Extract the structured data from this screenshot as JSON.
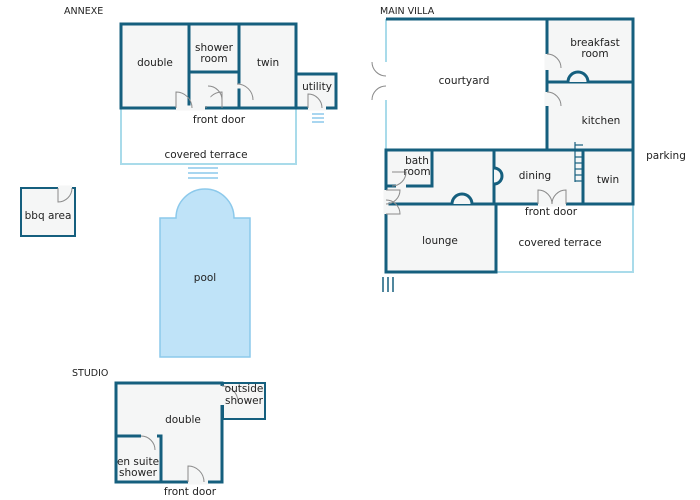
{
  "sections": {
    "annexe": "ANNEXE",
    "main_villa": "MAIN VILLA",
    "studio": "STUDIO"
  },
  "annexe": {
    "double": "double",
    "shower_room_1": "shower",
    "shower_room_2": "room",
    "twin": "twin",
    "utility": "utility",
    "front_door": "front door",
    "covered_terrace": "covered terrace"
  },
  "grounds": {
    "bbq_area": "bbq area",
    "pool": "pool",
    "parking": "parking"
  },
  "main_villa": {
    "courtyard": "courtyard",
    "breakfast_room_1": "breakfast",
    "breakfast_room_2": "room",
    "kitchen": "kitchen",
    "bath_room_1": "bath",
    "bath_room_2": "room",
    "dining": "dining",
    "twin": "twin",
    "front_door": "front door",
    "lounge": "lounge",
    "covered_terrace": "covered terrace"
  },
  "studio": {
    "double": "double",
    "outside_shower_1": "outside",
    "outside_shower_2": "shower",
    "en_suite_1": "en suite",
    "en_suite_2": "shower",
    "front_door": "front door"
  },
  "colors": {
    "wall": "#155f7e",
    "floor": "#f5f6f6",
    "terrace_outline": "#a9dbea",
    "pool_fill": "#bfe3f8"
  }
}
